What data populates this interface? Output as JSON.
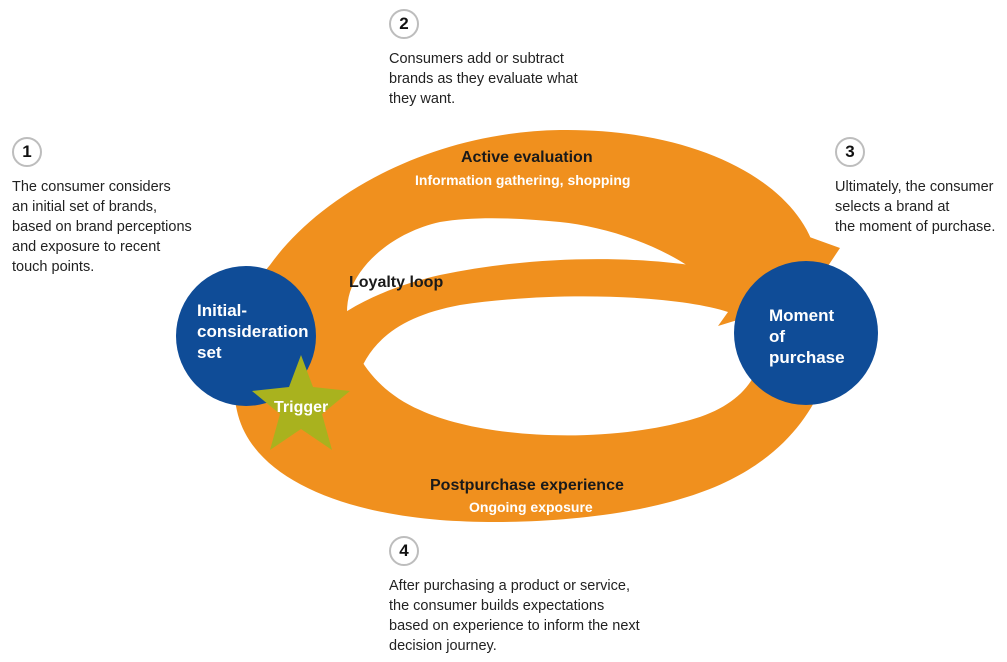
{
  "colors": {
    "loop_orange": "#F0901E",
    "circle_blue": "#0F4C97",
    "star_green": "#A9B21E",
    "badge_border": "#BDBDBD"
  },
  "steps": [
    {
      "number": "1",
      "text": "The consumer considers\nan initial set of brands,\nbased on brand perceptions\nand exposure to recent\ntouch points."
    },
    {
      "number": "2",
      "text": "Consumers add or subtract\nbrands as they evaluate what\nthey want."
    },
    {
      "number": "3",
      "text": "Ultimately, the consumer\nselects a brand at\nthe moment of purchase."
    },
    {
      "number": "4",
      "text": "After purchasing a product or service,\nthe consumer builds expectations\nbased on experience to inform the next\ndecision journey."
    }
  ],
  "diagram": {
    "initial_set_label": "Initial-\nconsideration\nset",
    "moment_label": "Moment\nof\npurchase",
    "trigger_label": "Trigger",
    "loyalty_loop_label": "Loyalty loop",
    "active_evaluation": {
      "title": "Active evaluation",
      "subtitle": "Information gathering, shopping"
    },
    "postpurchase": {
      "title": "Postpurchase experience",
      "subtitle": "Ongoing exposure"
    }
  }
}
